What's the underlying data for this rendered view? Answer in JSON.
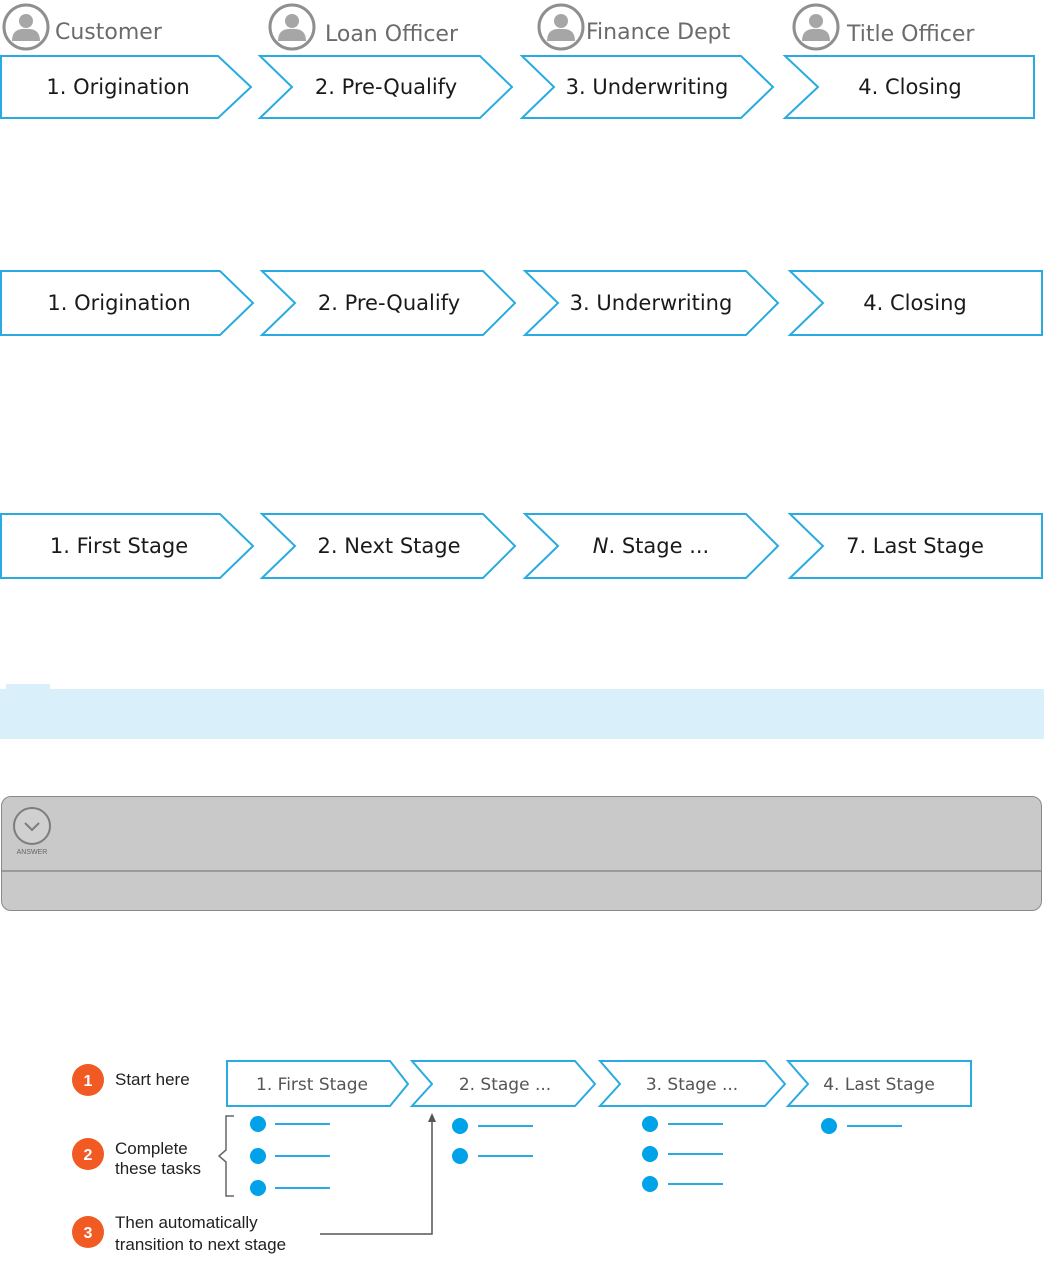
{
  "colors": {
    "stage_stroke": "#29abe2",
    "dot": "#00a2e8",
    "number_badge": "#f15a22",
    "info_bar": "#d9effa",
    "panel": "#c9c9c9"
  },
  "roles": [
    "Customer",
    "Loan Officer",
    "Finance Dept",
    "Title Officer"
  ],
  "row1_stages": [
    "1. Origination",
    "2. Pre-Qualify",
    "3. Underwriting",
    "4. Closing"
  ],
  "row2_stages": [
    "1. Origination",
    "2. Pre-Qualify",
    "3. Underwriting",
    "4. Closing"
  ],
  "row3_stages": [
    {
      "prefix": "1. ",
      "label": "First Stage"
    },
    {
      "prefix": "2. ",
      "label": "Next Stage"
    },
    {
      "prefix": "N",
      "label": ". Stage ..."
    },
    {
      "prefix": "7. ",
      "label": "Last Stage"
    }
  ],
  "answer_panel": {
    "label": "ANSWER",
    "icon": "chevron-down-icon"
  },
  "workflow": {
    "stages": [
      "1. First Stage",
      "2. Stage ...",
      "3. Stage ...",
      "4. Last Stage"
    ],
    "task_counts": [
      3,
      2,
      3,
      1
    ],
    "notes": [
      {
        "number": "1",
        "lines": [
          "Start here"
        ]
      },
      {
        "number": "2",
        "lines": [
          "Complete",
          "these tasks"
        ]
      },
      {
        "number": "3",
        "lines": [
          "Then automatically",
          "transition to next stage"
        ]
      }
    ]
  }
}
